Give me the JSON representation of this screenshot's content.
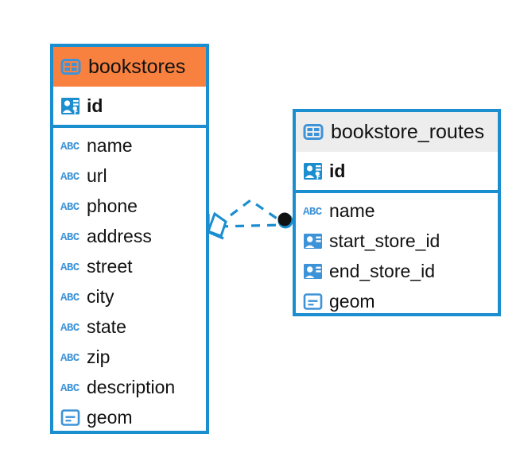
{
  "diagram": {
    "type": "entity-relationship-diagram",
    "background_color": "#ffffff",
    "accent_color": "#1b8ed0",
    "highlight_color": "#f9813f",
    "header_gray": "#ededed"
  },
  "entities": [
    {
      "name": "bookstores",
      "header_icon": "table-icon",
      "header_background": "#f9813f",
      "selected": true,
      "primary_keys": [
        {
          "label": "id",
          "icon": "primary-key-icon"
        }
      ],
      "fields": [
        {
          "label": "name",
          "icon": "text-abc-icon"
        },
        {
          "label": "url",
          "icon": "text-abc-icon"
        },
        {
          "label": "phone",
          "icon": "text-abc-icon"
        },
        {
          "label": "address",
          "icon": "text-abc-icon"
        },
        {
          "label": "street",
          "icon": "text-abc-icon"
        },
        {
          "label": "city",
          "icon": "text-abc-icon"
        },
        {
          "label": "state",
          "icon": "text-abc-icon"
        },
        {
          "label": "zip",
          "icon": "text-abc-icon"
        },
        {
          "label": "description",
          "icon": "text-abc-icon"
        },
        {
          "label": "geom",
          "icon": "geometry-icon"
        }
      ]
    },
    {
      "name": "bookstore_routes",
      "header_icon": "table-icon",
      "header_background": "#ededed",
      "selected": false,
      "primary_keys": [
        {
          "label": "id",
          "icon": "primary-key-icon"
        }
      ],
      "fields": [
        {
          "label": "name",
          "icon": "text-abc-icon"
        },
        {
          "label": "start_store_id",
          "icon": "foreign-key-icon"
        },
        {
          "label": "end_store_id",
          "icon": "foreign-key-icon"
        },
        {
          "label": "geom",
          "icon": "geometry-icon"
        }
      ]
    }
  ],
  "relationship": {
    "from_entity": "bookstores",
    "to_entity": "bookstore_routes",
    "from_cardinality": "one",
    "to_cardinality": "many",
    "line_style": "dashed",
    "line_color": "#1b8ed0",
    "source_marker": "crows-foot-diamond",
    "target_marker": "filled-dot"
  }
}
